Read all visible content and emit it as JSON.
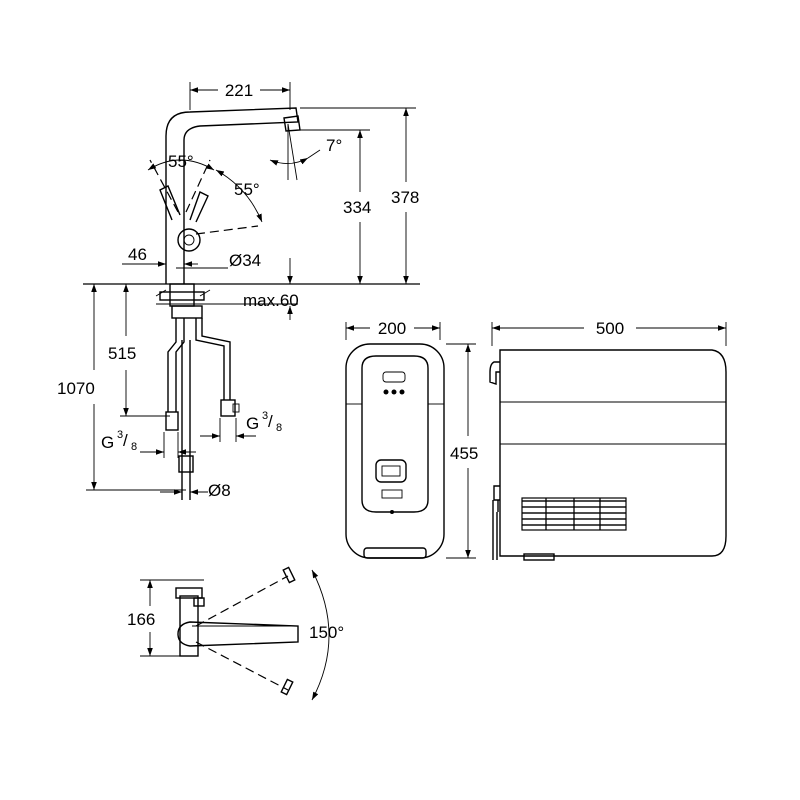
{
  "dimensions": {
    "spout_reach": "221",
    "spout_angle": "7°",
    "lever_angle_left": "55°",
    "lever_angle_right": "55°",
    "outlet_height": "334",
    "total_height": "378",
    "lever_offset": "46",
    "hole_diameter": "Ø34",
    "max_thickness": "max.60",
    "supply_length": "515",
    "total_length": "1070",
    "thread_left_prefix": "G",
    "thread_left_num": "3",
    "thread_left_den": "8",
    "thread_right_prefix": "G",
    "thread_right_num": "3",
    "thread_right_den": "8",
    "tube_diameter": "Ø8",
    "boiler_width": "200",
    "boiler_height": "455",
    "boiler_depth": "500",
    "swivel_base": "166",
    "swivel_angle": "150°"
  },
  "icons": [
    "faucet-side-view-icon",
    "water-boiler-front-view-icon",
    "water-boiler-side-view-icon",
    "faucet-top-view-icon"
  ]
}
